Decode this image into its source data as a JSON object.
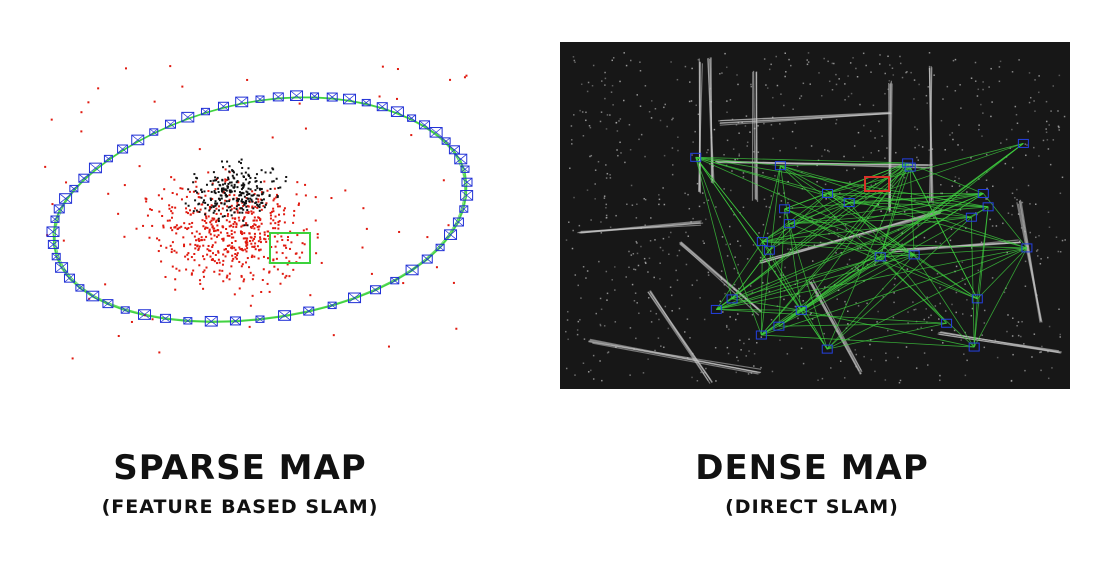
{
  "sparse": {
    "title": "SPARSE MAP",
    "subtitle": "(FEATURE BASED SLAM)",
    "colors": {
      "points_dark": "#111111",
      "points_red": "#e01a10",
      "frames": "#1f2fd6",
      "links": "#3cd23c"
    }
  },
  "dense": {
    "title": "DENSE MAP",
    "subtitle": "(DIRECT SLAM)",
    "colors": {
      "background": "#171717",
      "structure": "#c8c8c8",
      "links": "#3fd23f",
      "frames": "#2440e0",
      "highlight": "#d8332a"
    }
  }
}
